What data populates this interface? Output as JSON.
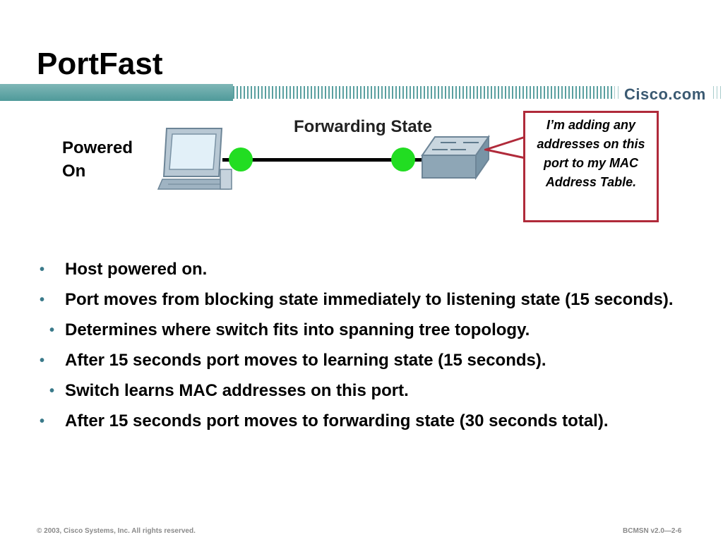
{
  "slide": {
    "title": "PortFast",
    "logo": "Cisco.com",
    "colors": {
      "band": "#5aa0a0",
      "callout_border": "#b02a3a",
      "port_led": "#22dd22"
    }
  },
  "diagram": {
    "host_label": "Powered On",
    "port_state": "Forwarding State",
    "icons": [
      "pc-icon",
      "switch-icon"
    ],
    "callout": "I’m adding any addresses on this port to my MAC Address Table."
  },
  "bullets": [
    {
      "text": "Host powered on.",
      "sub": false
    },
    {
      "text": "Port moves from blocking state immediately to listening state (15 seconds).",
      "sub": false
    },
    {
      "text": "Determines where switch fits into spanning tree topology.",
      "sub": true
    },
    {
      "text": "After 15 seconds port moves to learning state (15 seconds).",
      "sub": false
    },
    {
      "text": "Switch learns MAC addresses on this port.",
      "sub": true
    },
    {
      "text": "After 15 seconds port moves to forwarding state (30 seconds total).",
      "sub": false
    }
  ],
  "footer": {
    "copyright": "© 2003, Cisco Systems, Inc. All rights reserved.",
    "course": "BCMSN v2.0—2-6"
  }
}
